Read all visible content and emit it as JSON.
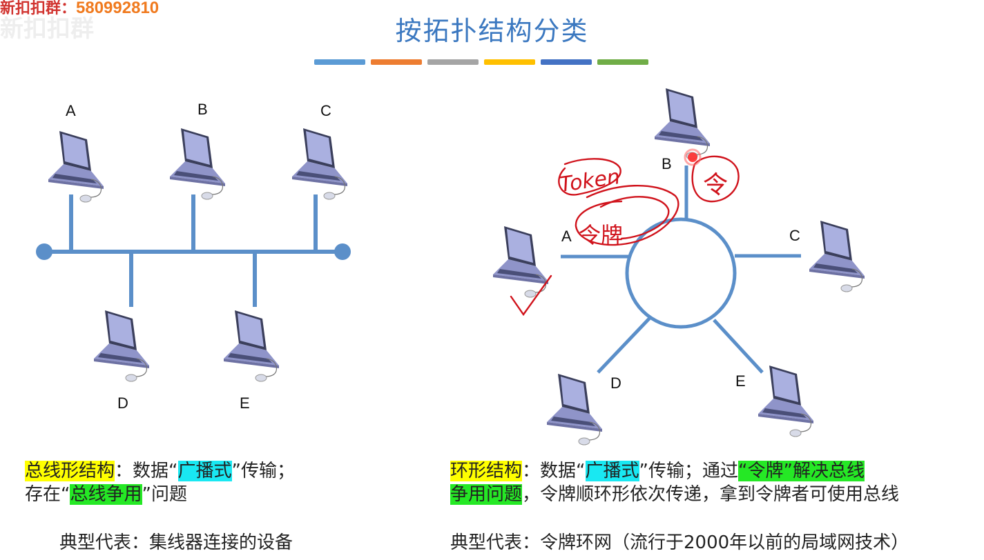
{
  "watermark": {
    "prefix": "新扣扣群：",
    "number": "580992810",
    "ghost": "新扣扣群"
  },
  "title": "按拓扑结构分类",
  "color_bars": [
    "#5b9bd5",
    "#ed7d31",
    "#a5a5a5",
    "#ffc000",
    "#4472c4",
    "#70ad47"
  ],
  "bus": {
    "nodes": [
      "A",
      "B",
      "C",
      "D",
      "E"
    ],
    "desc": {
      "name": "总线形结构",
      "t1": "：数据“",
      "broadcast": "广播式",
      "t2": "”传输；",
      "t3": "存在“",
      "contention": "总线争用",
      "t4": "”问题"
    },
    "typical": "典型代表：集线器连接的设备"
  },
  "ring": {
    "nodes": [
      "A",
      "B",
      "C",
      "D",
      "E"
    ],
    "desc": {
      "name": "环形结构",
      "t1": "：数据“",
      "broadcast": "广播式",
      "t2": "”传输；通过",
      "token": "“令牌”解决总线",
      "contention": "争用问题",
      "t3": "，令牌顺环形依次传递，拿到令牌者可使用总线"
    },
    "typical": "典型代表：令牌环网（流行于2000年以前的局域网技术）",
    "annotations": [
      "Token",
      "令牌",
      "令"
    ]
  },
  "colors": {
    "line": "#5b8fc9",
    "ink": "#d0121b",
    "laptop": "#8f94c9"
  }
}
